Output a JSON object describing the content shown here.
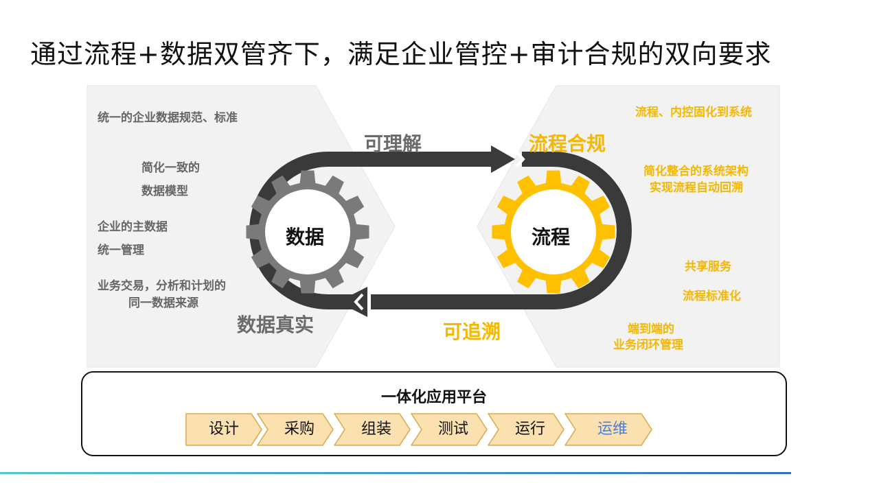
{
  "title": "通过流程+数据双管齐下，满足企业管控+审计合规的双向要求",
  "left_panel": {
    "items": [
      "统一的企业数据规范、标准",
      "简化一致的",
      "数据模型",
      "企业的主数据",
      "统一管理",
      "业务交易，分析和计划的",
      "同一数据来源"
    ],
    "bottom_label": "数据真实"
  },
  "right_panel": {
    "top_label": "流程合规",
    "items": [
      "流程、内控固化到系统",
      "简化整合的系统架构",
      "实现流程自动回溯",
      "共享服务",
      "流程标准化",
      "端到端的",
      "业务闭环管理"
    ]
  },
  "loop": {
    "top_label": "可理解",
    "bottom_label": "可追溯",
    "left_gear": "数据",
    "right_gear": "流程"
  },
  "platform": {
    "title": "一体化应用平台",
    "steps": [
      "设计",
      "采购",
      "组装",
      "测试",
      "运行",
      "运维"
    ]
  },
  "colors": {
    "gray_gear": "#7a7a7a",
    "yellow_gear": "#ffc000",
    "loop": "#3a3a3a",
    "step_fill": "#fbe0b0",
    "step_border": "#d9a84a",
    "last_step_text": "#4a7ed8"
  }
}
